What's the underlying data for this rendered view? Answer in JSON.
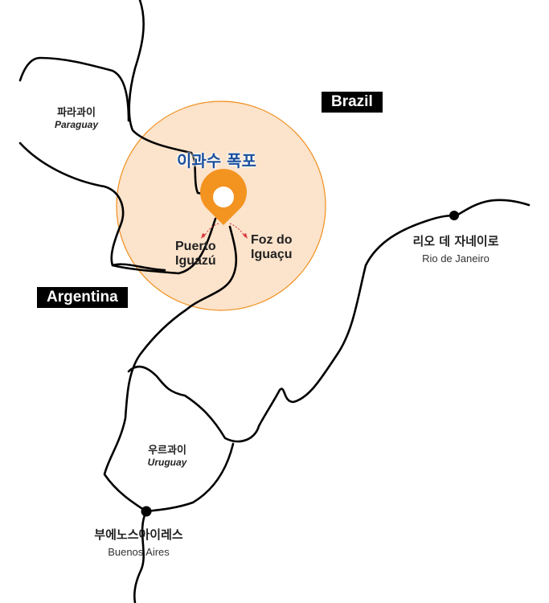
{
  "title": "이과수 폭포",
  "colors": {
    "circle_fill": "#fce3cb",
    "circle_stroke": "#f0901e",
    "pin": "#f39320",
    "title": "#1a4f9c",
    "arrow": "#d9353b"
  },
  "countries": {
    "brazil": "Brazil",
    "argentina": "Argentina"
  },
  "regions": {
    "paraguay": {
      "ko": "파라과이",
      "en": "Paraguay"
    },
    "uruguay": {
      "ko": "우르과이",
      "en": "Uruguay"
    }
  },
  "cities": {
    "rio": {
      "ko": "리오 데 자네이로",
      "en": "Rio de Janeiro"
    },
    "buenos_aires": {
      "ko": "부에노스아이레스",
      "en": "Buenos Aires"
    },
    "puerto_iguazu": {
      "line1": "Puerto",
      "line2": "Iguazú"
    },
    "foz": {
      "line1": "Foz do",
      "line2": "Iguaçu"
    }
  }
}
